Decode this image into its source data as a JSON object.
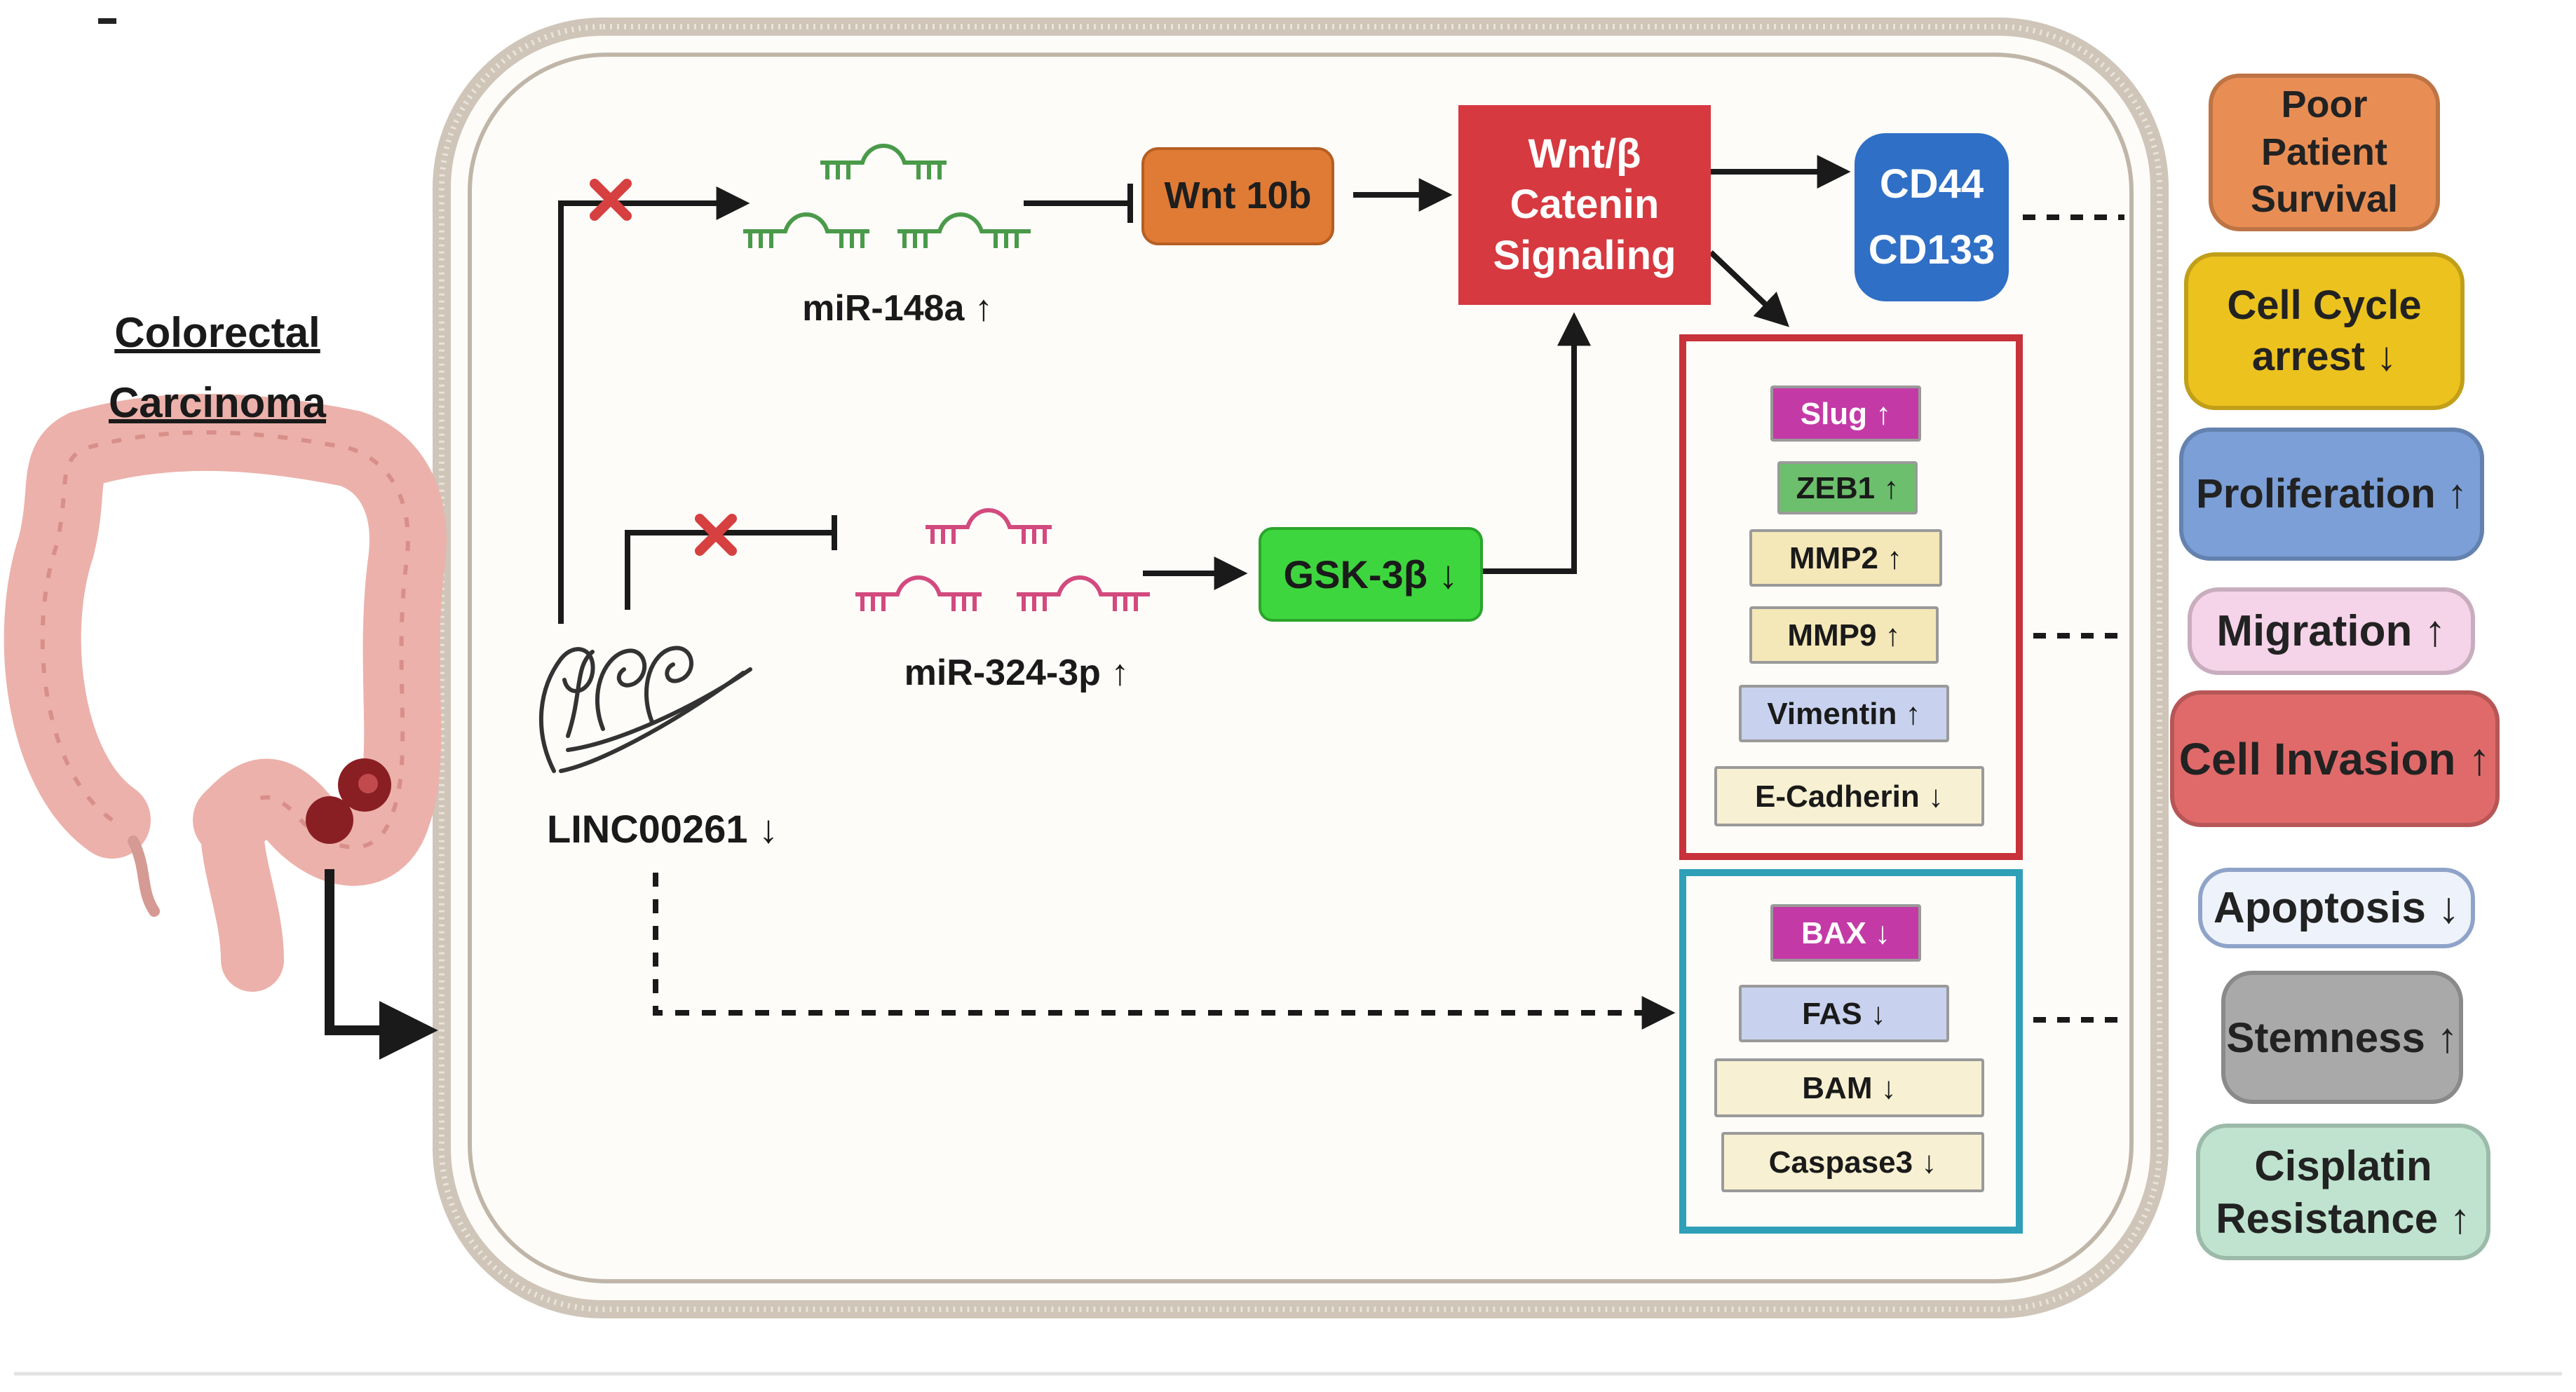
{
  "colorectal": {
    "line1": "Colorectal",
    "line2": "Carcinoma"
  },
  "lncrna": {
    "label": "LINC00261 ↓"
  },
  "mirnas": [
    {
      "label": "miR-148a ↑"
    },
    {
      "label": "miR-324-3p ↑"
    }
  ],
  "pathway": {
    "wnt10b": "Wnt 10b",
    "wnt_line1": "Wnt/β",
    "wnt_line2": "Catenin",
    "wnt_line3": "Signaling",
    "cd44": "CD44",
    "cd133": "CD133",
    "gsk3b": "GSK-3β ↓"
  },
  "emt_markers": [
    "Slug ↑",
    "ZEB1 ↑",
    "MMP2 ↑",
    "MMP9 ↑",
    "Vimentin ↑",
    "E-Cadherin ↓"
  ],
  "apoptosis_markers": [
    "BAX ↓",
    "FAS ↓",
    "BAM ↓",
    "Caspase3 ↓"
  ],
  "outcomes": {
    "poor_survival_1": "Poor Patient",
    "poor_survival_2": "Survival",
    "cell_cycle_1": "Cell Cycle",
    "cell_cycle_2": "arrest ↓",
    "proliferation": "Proliferation ↑",
    "migration": "Migration ↑",
    "invasion": "Cell Invasion ↑",
    "apoptosis": "Apoptosis ↓",
    "stemness": "Stemness ↑",
    "cisplatin_1": "Cisplatin",
    "cisplatin_2": "Resistance ↑"
  },
  "colors": {
    "cell_border": "#c9bfb2",
    "wnt10b": "#e07b35",
    "wnt_signaling": "#d6393f",
    "cd": "#2f6fc6",
    "gsk": "#3ed63e",
    "emt_frame": "#c8323a",
    "apoptosis_frame": "#2fa0b8",
    "mir148": "#4a9a4a",
    "mir324": "#d24a7e",
    "inhibit_x": "#d64040"
  }
}
